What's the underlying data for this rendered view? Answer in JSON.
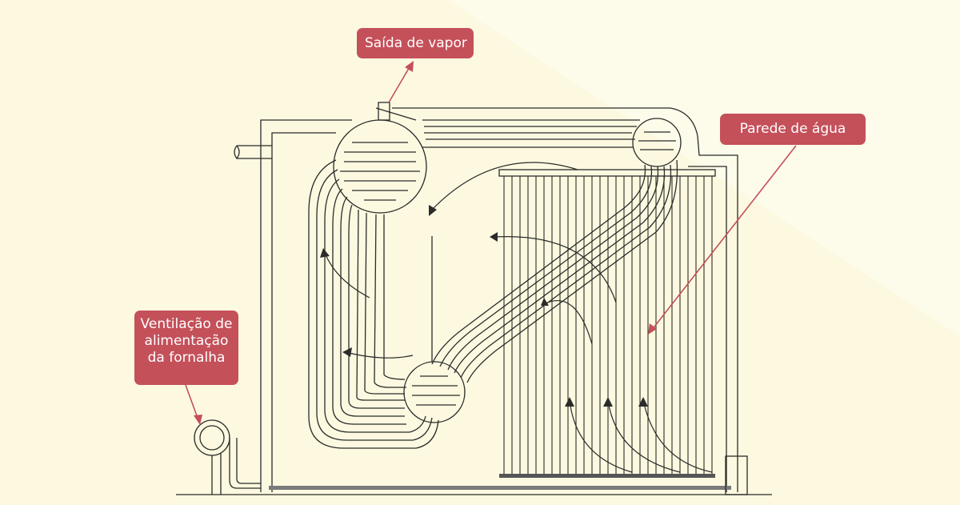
{
  "colors": {
    "background": "#fcf9e0",
    "background_light": "#fdfbea",
    "line": "#2b2b2b",
    "callout": "#c4505a",
    "callout_text": "#ffffff",
    "arrow": "#c4505a",
    "base_bar": "#7a7a7a"
  },
  "labels": {
    "steam_outlet": "Saída de vapor",
    "water_wall": "Parede de água",
    "furnace_vent_line1": "Ventilação de",
    "furnace_vent_line2": "alimentação",
    "furnace_vent_line3": "da fornalha"
  }
}
